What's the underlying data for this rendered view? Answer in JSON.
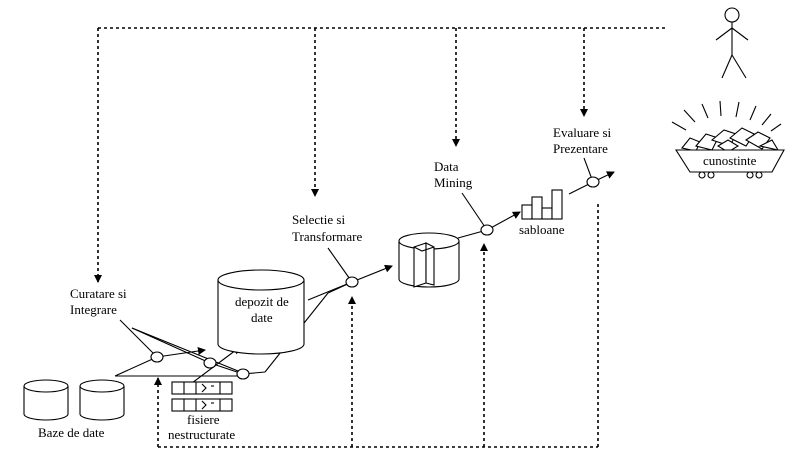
{
  "labels": {
    "baze_de_date": "Baze de date",
    "fisiere_line1": "fisiere",
    "fisiere_line2": "nestructurate",
    "curatare_line1": "Curatare si",
    "curatare_line2": "Integrare",
    "depozit_line1": "depozit de",
    "depozit_line2": "date",
    "selectie_line1": "Selectie si",
    "selectie_line2": "Transformare",
    "data_mining_line1": "Data",
    "data_mining_line2": "Mining",
    "sabloane": "sabloane",
    "evaluare_line1": "Evaluare si",
    "evaluare_line2": "Prezentare",
    "cunostinte": "cunostinte"
  }
}
